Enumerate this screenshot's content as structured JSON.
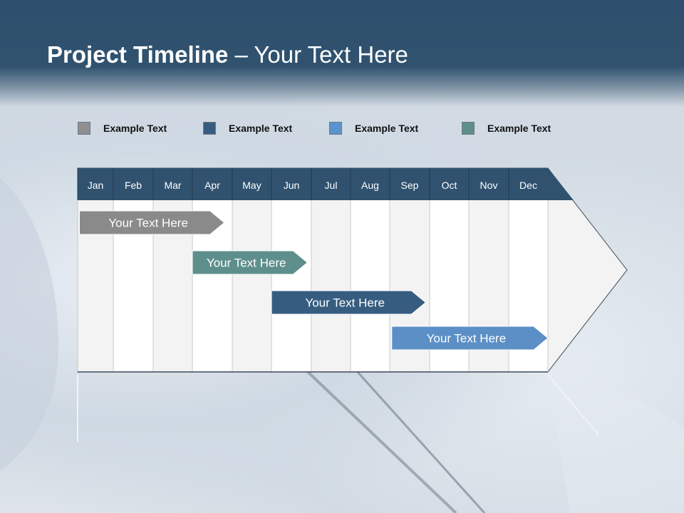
{
  "title": {
    "bold": "Project Timeline",
    "rest": " – Your Text Here"
  },
  "colors": {
    "gray": "#8a8a8a",
    "teal": "#5f8f8c",
    "navy": "#365d80",
    "blue": "#5b8fc6",
    "header": "#30526f"
  },
  "legend": [
    {
      "label": "Example Text",
      "color": "#8f8f8f"
    },
    {
      "label": "Example Text",
      "color": "#365d80"
    },
    {
      "label": "Example Text",
      "color": "#5b93cf"
    },
    {
      "label": "Example Text",
      "color": "#5f8f8c"
    }
  ],
  "chart_data": {
    "type": "gantt",
    "months": [
      "Jan",
      "Feb",
      "Mar",
      "Apr",
      "May",
      "Jun",
      "Jul",
      "Aug",
      "Sep",
      "Oct",
      "Nov",
      "Dec"
    ],
    "tasks": [
      {
        "label": "Your  Text Here",
        "start": 0.05,
        "end": 3.8,
        "color": "#8a8a8a"
      },
      {
        "label": "Your  Text Here",
        "start": 3.0,
        "end": 5.9,
        "color": "#5f8f8c"
      },
      {
        "label": "Your  Text Here",
        "start": 5.0,
        "end": 8.9,
        "color": "#365d80"
      },
      {
        "label": "Your  Text Here",
        "start": 8.05,
        "end": 12.0,
        "color": "#5b8fc6"
      }
    ]
  }
}
